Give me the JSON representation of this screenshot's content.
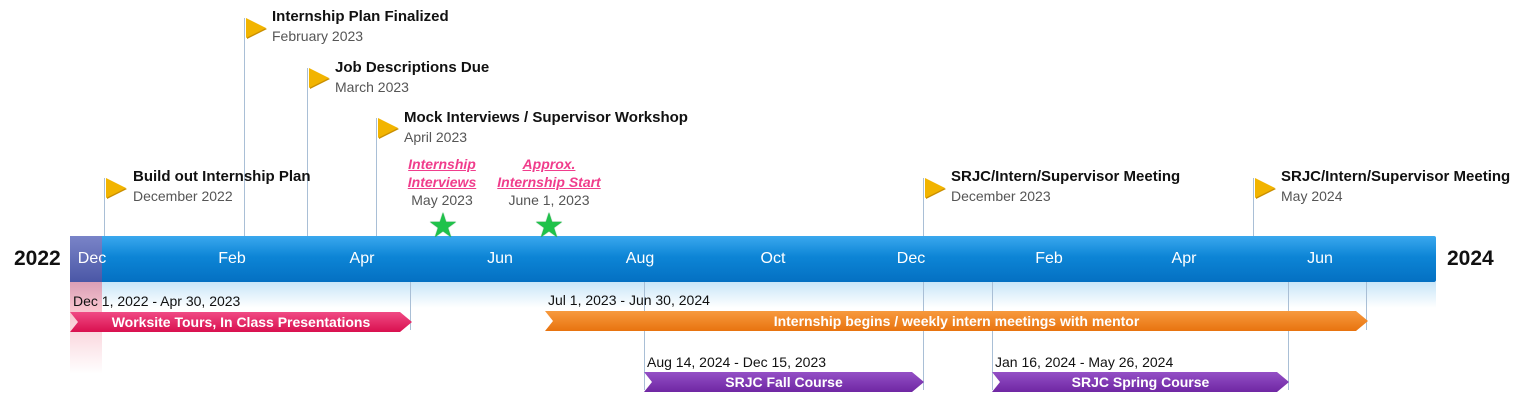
{
  "years": {
    "start": "2022",
    "end": "2024"
  },
  "months": [
    "Dec",
    "Feb",
    "Apr",
    "Jun",
    "Aug",
    "Oct",
    "Dec",
    "Feb",
    "Apr",
    "Jun"
  ],
  "events": [
    {
      "title": "Internship Plan Finalized",
      "date": "February 2023",
      "icon": "flag-icon"
    },
    {
      "title": "Job Descriptions Due",
      "date": "March 2023",
      "icon": "flag-icon"
    },
    {
      "title": "Mock Interviews / Supervisor Workshop",
      "date": "April 2023",
      "icon": "flag-icon"
    },
    {
      "title": "Build out Internship Plan",
      "date": "December 2022",
      "icon": "flag-icon"
    },
    {
      "title": "SRJC/Intern/Supervisor Meeting",
      "date": "December 2023",
      "icon": "flag-icon"
    },
    {
      "title": "SRJC/Intern/Supervisor Meeting",
      "date": "May 2024",
      "icon": "flag-icon"
    }
  ],
  "milestones": [
    {
      "title_line1": "Internship",
      "title_line2": "Interviews",
      "date": "May 2023",
      "icon": "star-icon"
    },
    {
      "title_line1": "Approx.",
      "title_line2": "Internship Start",
      "date": "June 1, 2023",
      "icon": "star-icon"
    }
  ],
  "spans": [
    {
      "range": "Dec 1, 2022 - Apr 30, 2023",
      "label": "Worksite Tours, In Class Presentations",
      "color": "#e8175d"
    },
    {
      "range": "Jul 1, 2023 - Jun 30, 2024",
      "label": "Internship begins / weekly intern meetings with mentor",
      "color": "#f07f1e"
    },
    {
      "range": "Aug 14, 2024 - Dec 15, 2023",
      "label": "SRJC Fall Course",
      "color": "#7b2fb0"
    },
    {
      "range": "Jan 16, 2024 - May 26, 2024",
      "label": "SRJC Spring Course",
      "color": "#7b2fb0"
    }
  ],
  "colors": {
    "bar": "#0a80d2",
    "flag": "#f2b400",
    "milestone_text": "#f03d8c",
    "star": "#1fc24a"
  }
}
